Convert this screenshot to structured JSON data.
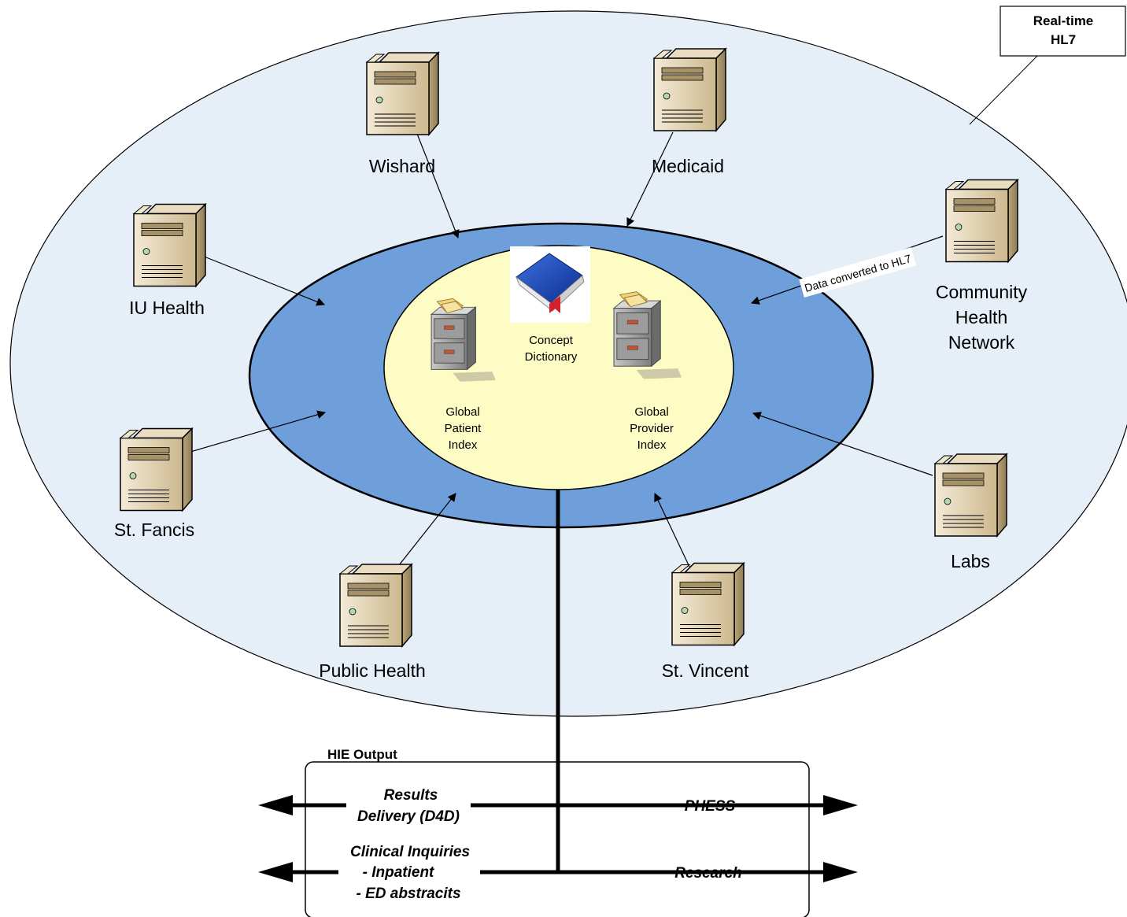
{
  "title_box": {
    "line1": "Real-time",
    "line2": "HL7"
  },
  "nodes": {
    "wishard": "Wishard",
    "medicaid": "Medicaid",
    "iu_health": "IU Health",
    "community": [
      "Community",
      "Health",
      "Network"
    ],
    "st_francis": "St. Fancis",
    "labs": "Labs",
    "public_health": "Public Health",
    "st_vincent": "St. Vincent"
  },
  "core": {
    "concept_dictionary": [
      "Concept",
      "Dictionary"
    ],
    "global_patient_index": [
      "Global",
      "Patient",
      "Index"
    ],
    "global_provider_index": [
      "Global",
      "Provider",
      "Index"
    ]
  },
  "conversion_label": "Data converted to HL7",
  "output": {
    "title": "HIE Output",
    "results_delivery": [
      "Results",
      "Delivery (D4D)"
    ],
    "phess": "PHESS",
    "clinical_inquiries": [
      "Clinical Inquiries",
      "- Inpatient",
      "- ED abstracits"
    ],
    "research": "Research"
  },
  "colors": {
    "outer_ellipse": "#e6eef8",
    "middle_ring": "#6f9fdb",
    "inner_core": "#fdfcc4",
    "server_body": "#d9c6a0",
    "book": "#1f4fbf"
  }
}
